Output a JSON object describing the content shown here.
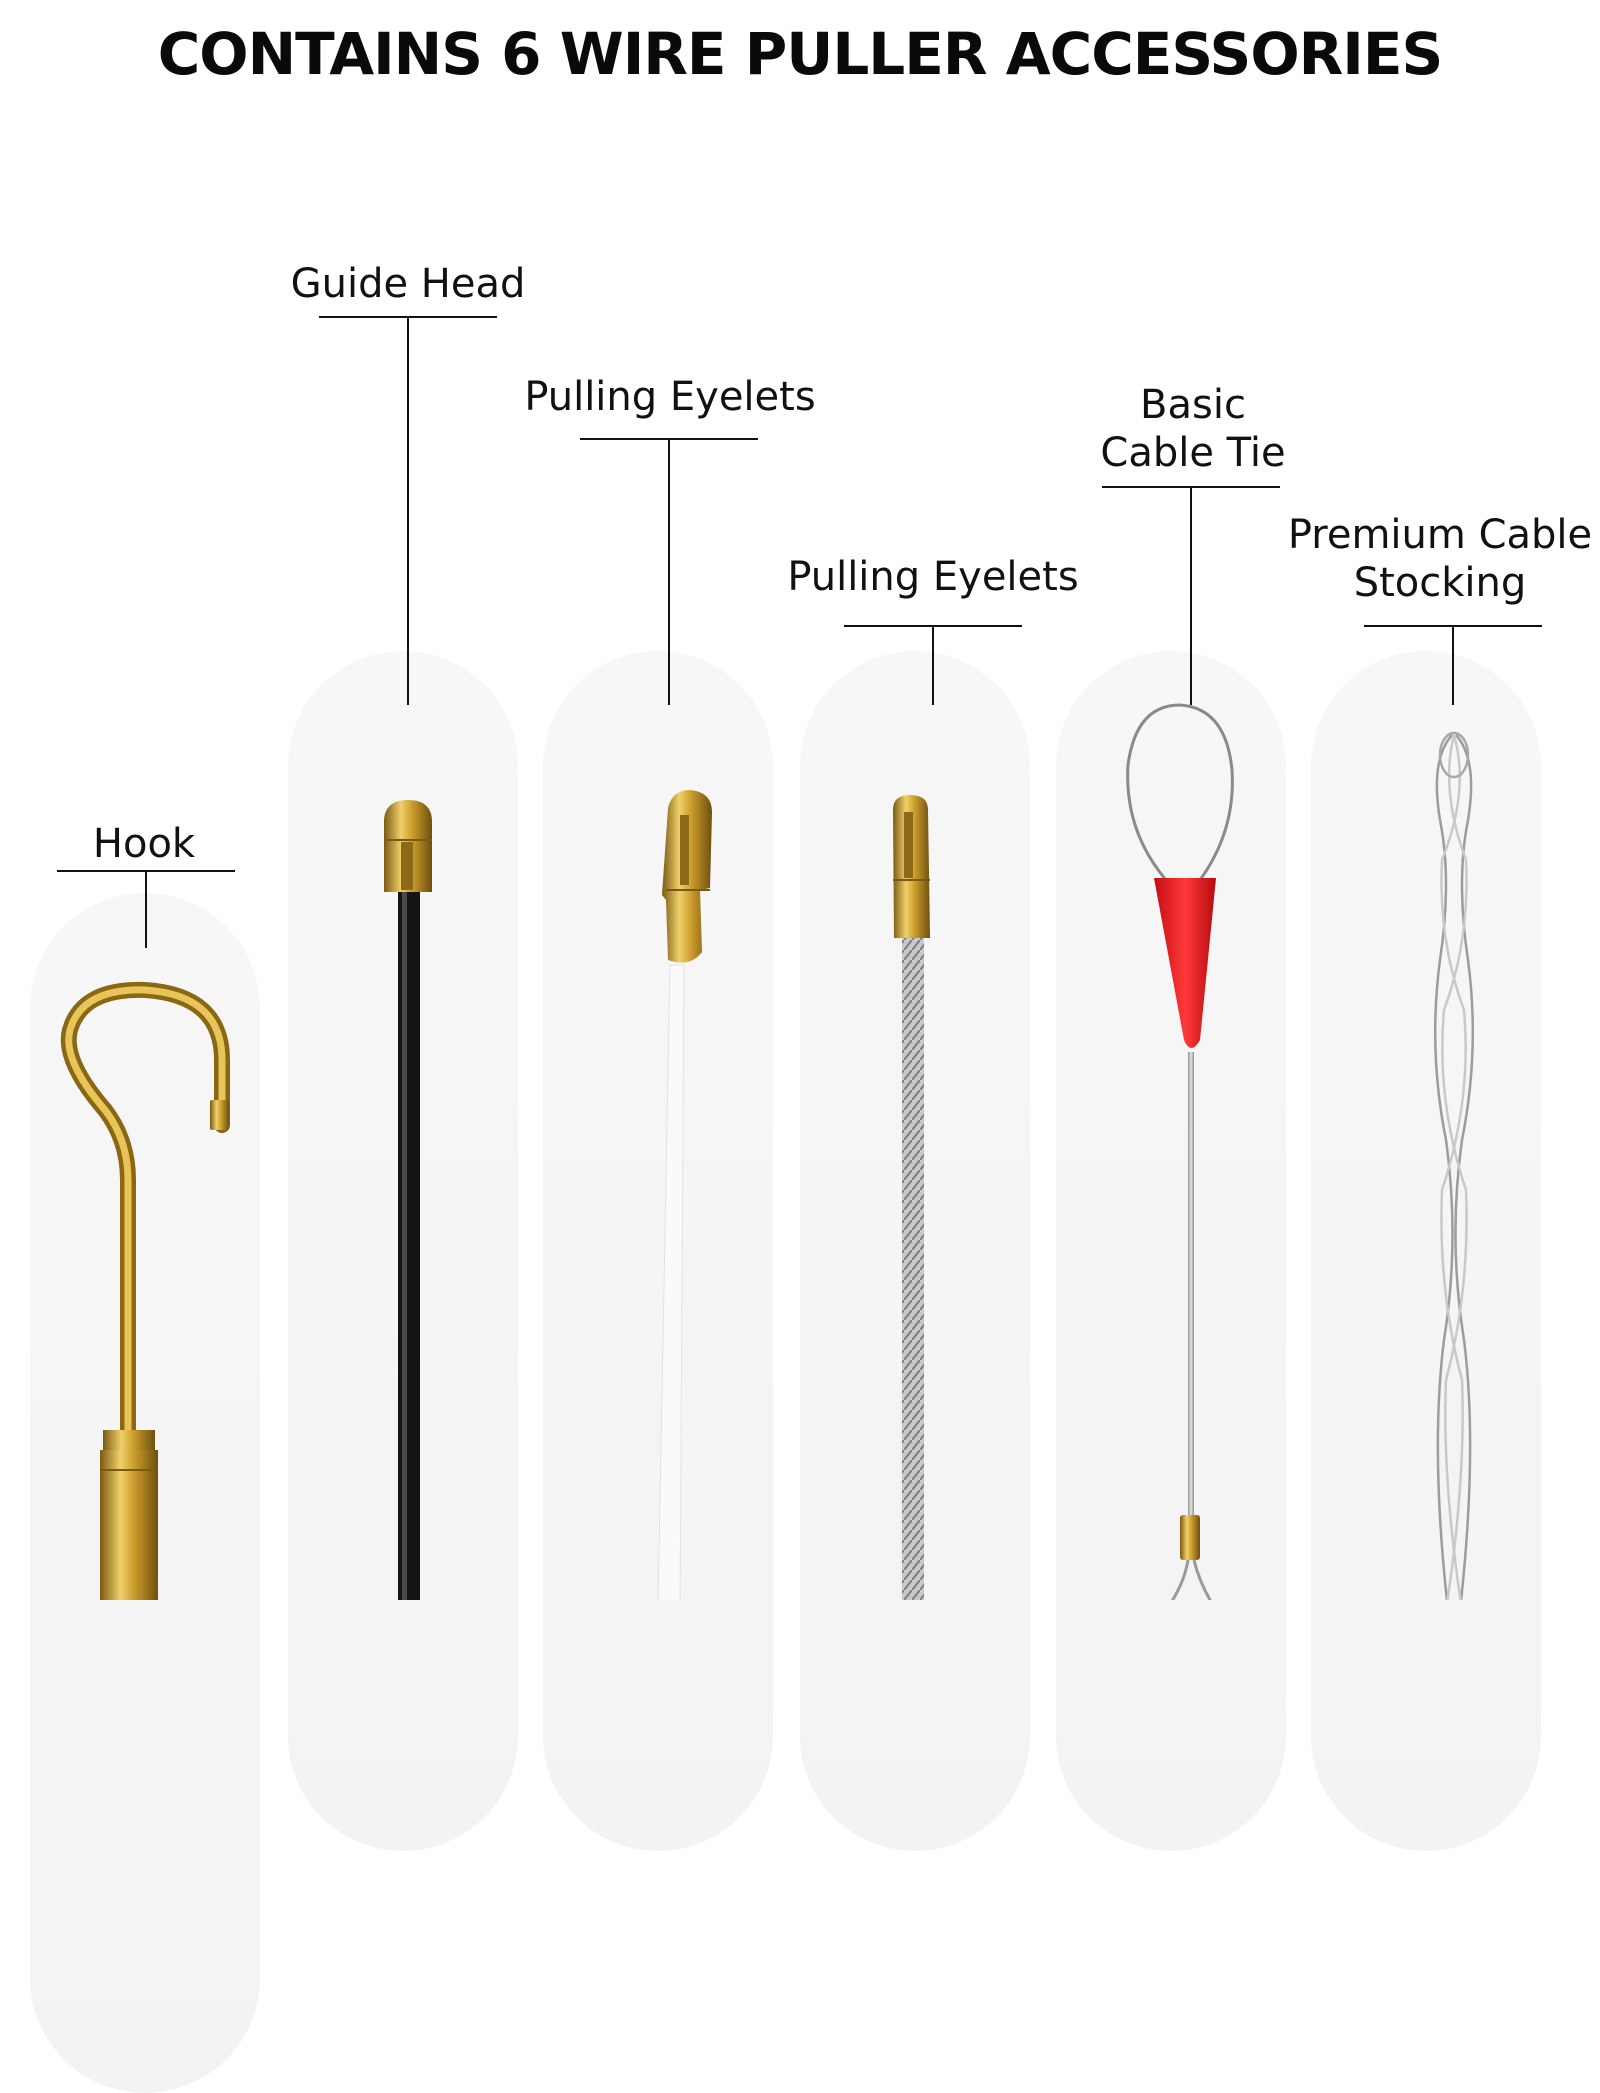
{
  "title": "CONTAINS 6 WIRE PULLER ACCESSORIES",
  "accessories": [
    {
      "label_lines": [
        "Hook"
      ],
      "icon": "hook-icon",
      "color": "#c9a227"
    },
    {
      "label_lines": [
        "Guide Head"
      ],
      "icon": "guide-head-icon",
      "color": "#1a1a1a"
    },
    {
      "label_lines": [
        "Pulling Eyelets"
      ],
      "icon": "pulling-eyelet-icon",
      "color": "#ffffff"
    },
    {
      "label_lines": [
        "Pulling Eyelets"
      ],
      "icon": "pulling-eyelet-steel-icon",
      "color": "#b8b8b8"
    },
    {
      "label_lines": [
        "Basic",
        "Cable Tie"
      ],
      "icon": "cable-tie-icon",
      "color": "#e8151b"
    },
    {
      "label_lines": [
        "Premium Cable",
        "Stocking"
      ],
      "icon": "cable-stocking-icon",
      "color": "#c0c0c0"
    }
  ]
}
